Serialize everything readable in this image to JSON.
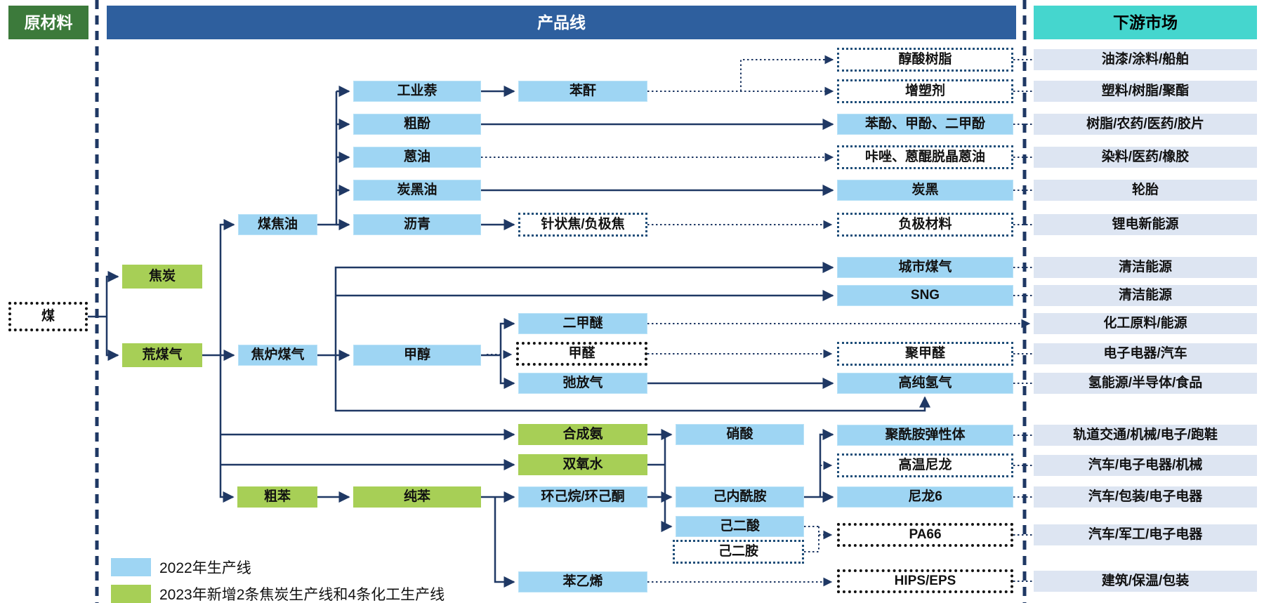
{
  "headers": {
    "raw_materials": "原材料",
    "product_line": "产品线",
    "downstream_market": "下游市场"
  },
  "nodes": {
    "coal": "煤",
    "coke": "焦炭",
    "raw_coal_gas": "荒煤气",
    "coal_tar": "煤焦油",
    "coke_oven_gas": "焦炉煤气",
    "crude_benzene": "粗苯",
    "industrial_naphthalene": "工业萘",
    "crude_phenol": "粗酚",
    "anthracene_oil": "蒽油",
    "carbon_black_oil": "炭黑油",
    "pitch": "沥青",
    "methanol": "甲醇",
    "pure_benzene": "纯苯",
    "phthalic_anhydride": "苯酐",
    "needle_coke": "针状焦/负极焦",
    "dme": "二甲醚",
    "formaldehyde": "甲醛",
    "purge_gas": "弛放气",
    "synthetic_ammonia": "合成氨",
    "hydrogen_peroxide": "双氧水",
    "cyclohexane": "环己烷/环己酮",
    "styrene": "苯乙烯",
    "nitric_acid": "硝酸",
    "caprolactam": "己内酰胺",
    "adipic_acid": "己二酸",
    "hexanediamine": "己二胺",
    "alkyd_resin": "醇酸树脂",
    "plasticizer": "增塑剂",
    "phenols": "苯酚、甲酚、二甲酚",
    "carbazole_oil": "咔唑、蒽醌脱晶蒽油",
    "carbon_black": "炭黑",
    "anode_material": "负极材料",
    "city_gas": "城市煤气",
    "sng": "SNG",
    "pom": "聚甲醛",
    "high_purity_hydrogen": "高纯氢气",
    "polyamide_elastomer": "聚酰胺弹性体",
    "high_temp_nylon": "高温尼龙",
    "nylon6": "尼龙6",
    "pa66": "PA66",
    "hips_eps": "HIPS/EPS"
  },
  "markets": [
    "油漆/涂料/船舶",
    "塑料/树脂/聚酯",
    "树脂/农药/医药/胶片",
    "染料/医药/橡胶",
    "轮胎",
    "锂电新能源",
    "清洁能源",
    "清洁能源",
    "化工原料/能源",
    "电子电器/汽车",
    "氢能源/半导体/食品",
    "轨道交通/机械/电子/跑鞋",
    "汽车/电子电器/机械",
    "汽车/包装/电子电器",
    "汽车/军工/电子电器",
    "建筑/保温/包装"
  ],
  "legend": {
    "items": [
      {
        "label": "2022年生产线",
        "color": "#9ED5F3"
      },
      {
        "label": "2023年新增2条焦炭生产线和4条化工生产线",
        "color": "#A7CF56"
      }
    ]
  },
  "colors": {
    "header_blue": "#2E5F9E",
    "header_green": "#3C7A3B",
    "header_cyan": "#45D6CE",
    "box_blue_2022": "#9ED5F3",
    "box_green_2023": "#A7CF56",
    "market_bg": "#DDE5F2",
    "connector_navy": "#1F3864",
    "dotted_box_navy": "#1F4E79",
    "dotted_box_black": "#141414"
  }
}
